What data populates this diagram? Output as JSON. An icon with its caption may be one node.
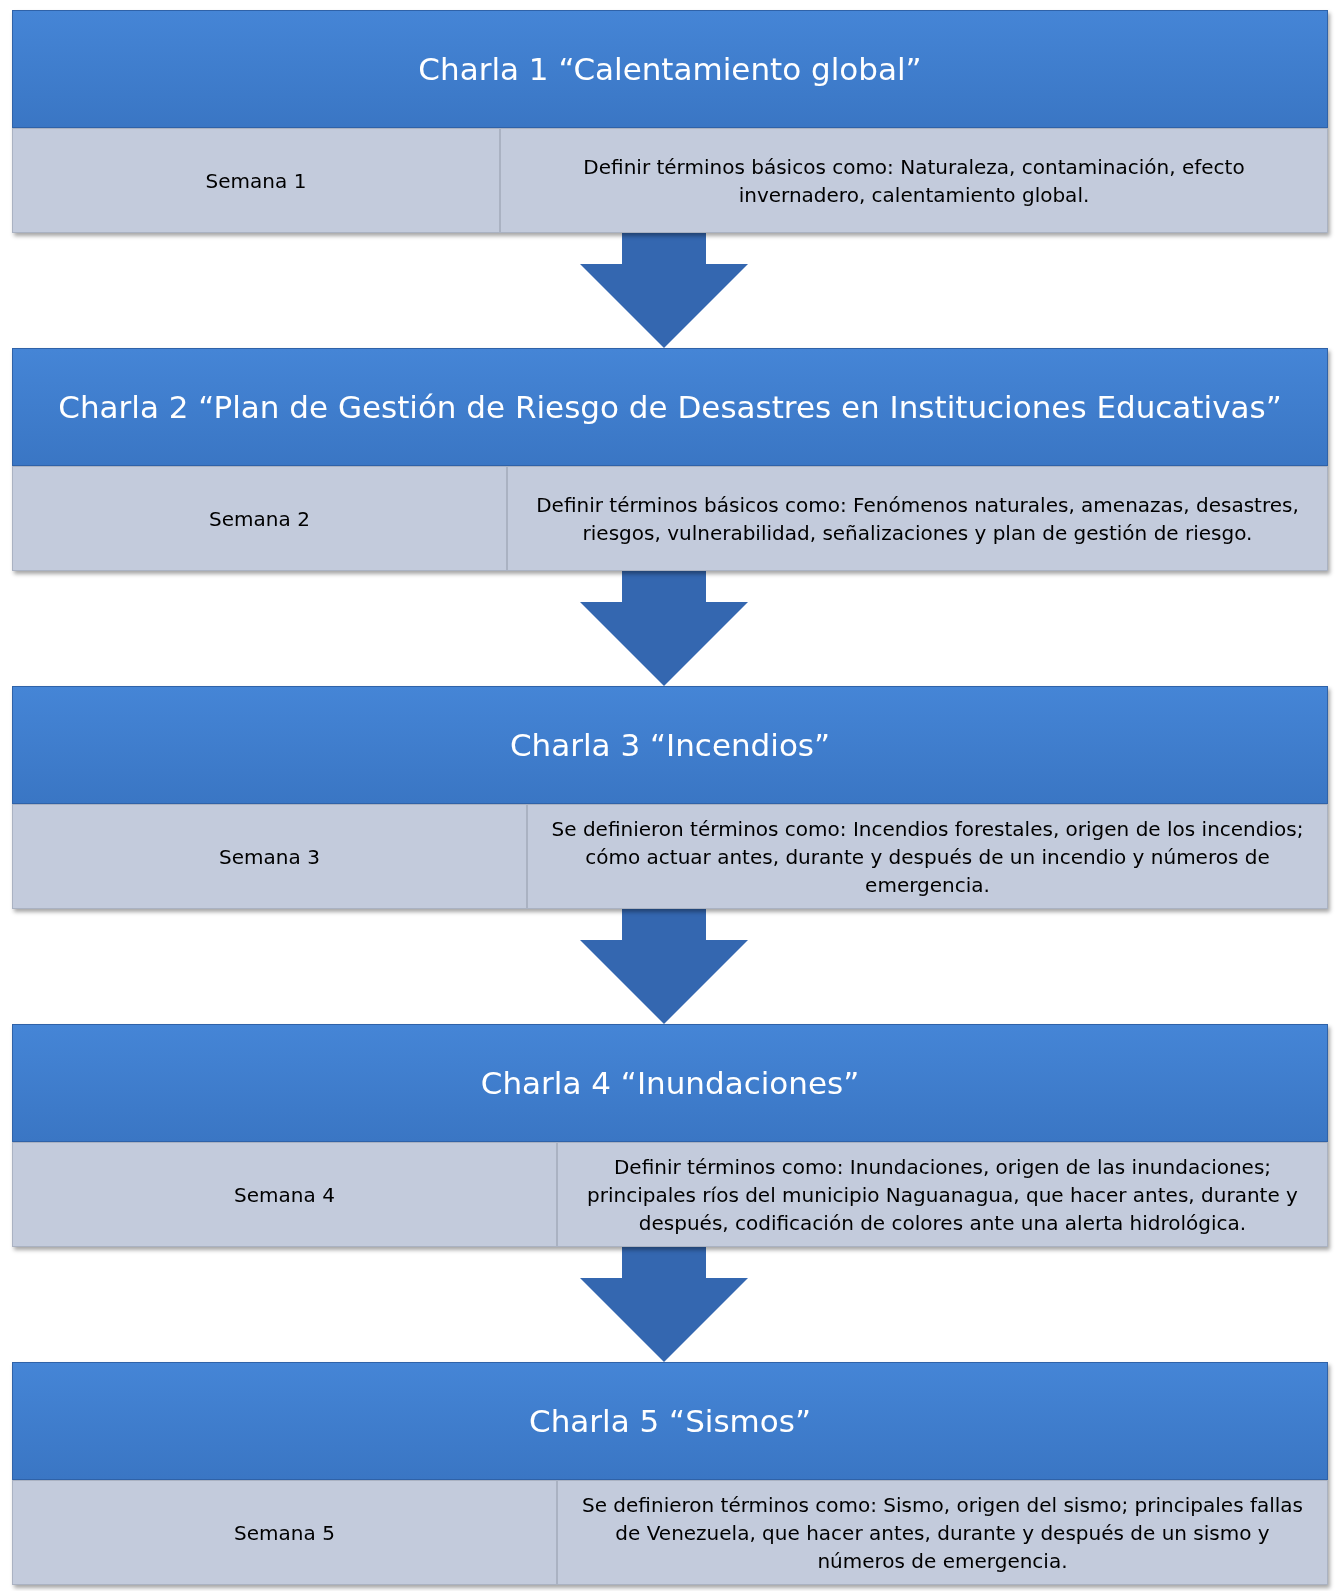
{
  "diagram": {
    "nodes": [
      {
        "text": [
          "Charla 1 “Calentamiento global”"
        ]
      },
      {
        "text": [
          "Semana 1"
        ],
        "in": 0
      },
      {
        "text": [
          "Definir términos básicos como: Naturaleza, contaminación, efecto invernadero, calentamiento global."
        ],
        "in": 0
      },
      {
        "text": [
          "Charla 2 “Plan de Gestión de Riesgo de Desastres en Instituciones Educativas”"
        ]
      },
      {
        "text": [
          "Semana 2"
        ],
        "in": 3
      },
      {
        "text": [
          "Definir términos básicos como: Fenómenos naturales, amenazas, desastres, riesgos, vulnerabilidad, señalizaciones y plan de gestión de riesgo."
        ],
        "in": 3
      },
      {
        "text": [
          "Charla 3 “Incendios”"
        ]
      },
      {
        "text": [
          "Semana 3"
        ],
        "in": 6
      },
      {
        "text": [
          "Se definieron términos como: Incendios forestales, origen de los incendios; cómo actuar antes, durante y después de un incendio y números de emergencia."
        ],
        "in": 6
      },
      {
        "text": [
          "Charla 4 “Inundaciones”"
        ]
      },
      {
        "text": [
          "Semana 4"
        ],
        "in": 9
      },
      {
        "text": [
          "Definir términos como: Inundaciones, origen de las inundaciones; principales ríos del municipio Naguanagua, que hacer antes, durante y después, codificación de colores ante una alerta hidrológica."
        ],
        "in": 9
      },
      {
        "text": [
          "Charla 5 “Sismos”"
        ]
      },
      {
        "text": [
          "Semana 5"
        ],
        "in": 12
      },
      {
        "text": [
          "Se definieron términos como: Sismo, origen del sismo; principales fallas de Venezuela, que hacer antes, durante y después de un sismo y números de emergencia."
        ],
        "in": 12
      }
    ],
    "edges": [
      {
        "from": 0,
        "to": 3,
        "arrow": "to"
      },
      {
        "from": 3,
        "to": 6,
        "arrow": "to"
      },
      {
        "from": 6,
        "to": 9,
        "arrow": "to"
      },
      {
        "from": 9,
        "to": 12,
        "arrow": "to"
      }
    ]
  }
}
